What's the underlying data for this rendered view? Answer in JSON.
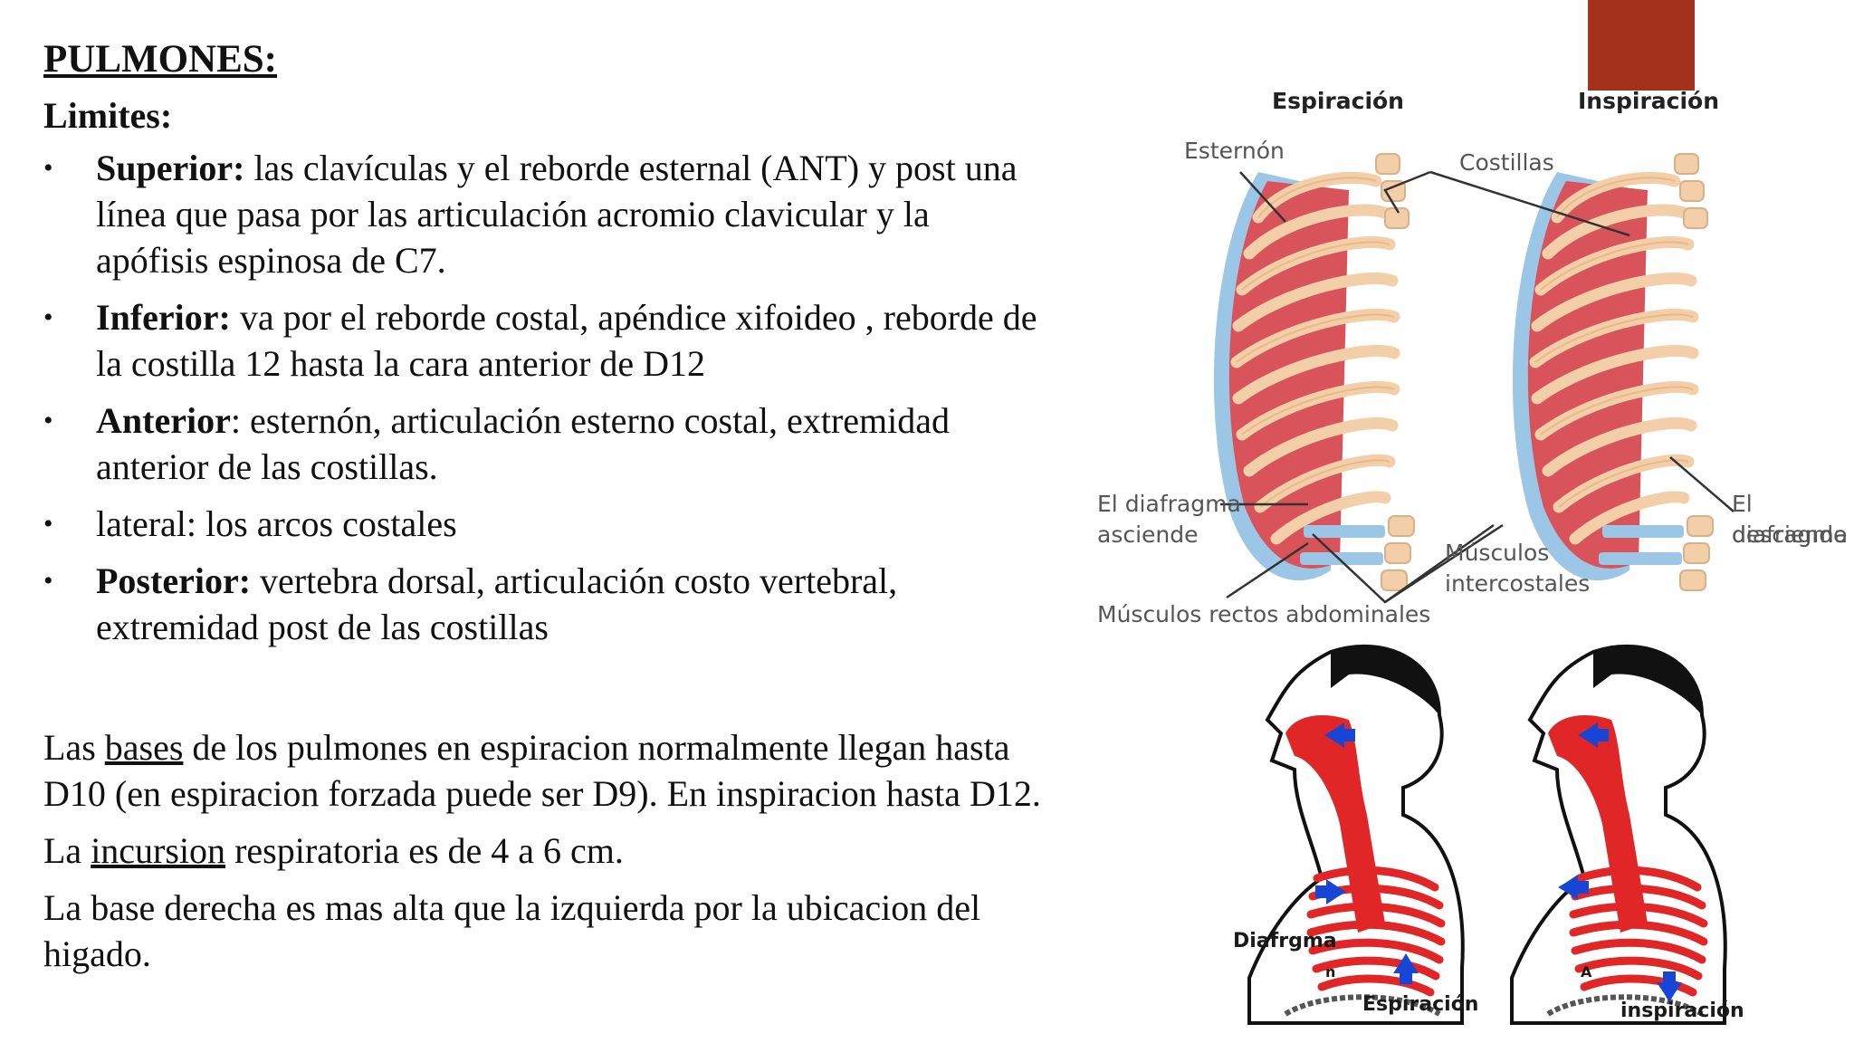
{
  "slide": {
    "title": "PULMONES:",
    "subtitle": "Limites:",
    "bullet_char": "•",
    "limits": [
      {
        "term": "Superior:",
        "text": " las clavículas y el reborde esternal (ANT) y post una línea que pasa por las articulación acromio clavicular y la apófisis espinosa de C7."
      },
      {
        "term": "Inferior:",
        "text": " va por el reborde costal, apéndice xifoideo , reborde de la costilla 12 hasta la cara anterior de D12"
      },
      {
        "term": "Anterior",
        "text": ": esternón, articulación esterno costal, extremidad anterior de las costillas."
      },
      {
        "term": "",
        "text": "lateral: los arcos costales"
      },
      {
        "term": "Posterior:",
        "text": " vertebra dorsal, articulación costo vertebral, extremidad post de las costillas"
      }
    ],
    "paragraphs": {
      "p1_before": "Las ",
      "p1_underlined": "bases",
      "p1_after": " de los pulmones en espiracion normalmente llegan hasta D10 (en espiracion forzada puede ser D9). En inspiracion hasta D12.",
      "p2_before": "La ",
      "p2_underlined": "incursion",
      "p2_after": " respiratoria es de 4 a 6 cm.",
      "p3": "La base derecha es mas alta que la izquierda por la ubicacion del higado."
    },
    "accent_color": "#a3311c"
  },
  "figure": {
    "top_labels": {
      "espiracion": "Espiración",
      "inspiracion": "Inspiración",
      "esternon": "Esternón",
      "costillas": "Costillas",
      "diafragma_asciende_1": "El diafragma",
      "diafragma_asciende_2": "asciende",
      "diafragma_desciende_1": "El diafragma",
      "diafragma_desciende_2": "desciende",
      "musculos_intercostales_1": "Músculos",
      "musculos_intercostales_2": "intercostales",
      "rectos_abdominales": "Músculos rectos abdominales"
    },
    "bottom_labels": {
      "diafragma": "Diafrgma",
      "marker_left": "n",
      "marker_right": "A",
      "espiracion": "Espiración",
      "inspiracion": "inspiración"
    },
    "colors": {
      "rib": "#f2cfa8",
      "muscle": "#d9545a",
      "pleura": "#9cc6e6",
      "arrow": "#1746d6",
      "airway": "#e02626"
    }
  }
}
